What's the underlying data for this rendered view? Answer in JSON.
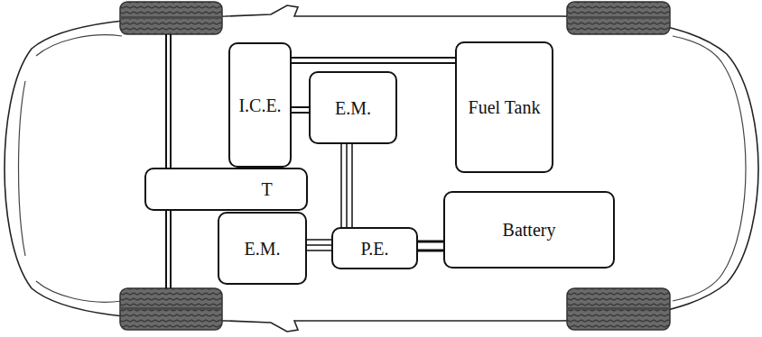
{
  "diagram": {
    "nodes": [
      {
        "text": [
          "I.C.E."
        ]
      },
      {
        "text": [
          "E.M."
        ]
      },
      {
        "text": [
          "Fuel Tank"
        ]
      },
      {
        "text": [
          "T"
        ]
      },
      {
        "text": [
          "E.M."
        ]
      },
      {
        "text": [
          "P.E."
        ]
      },
      {
        "text": [
          "Battery"
        ]
      }
    ],
    "edges": [
      {
        "from": 0,
        "to": 1,
        "arrow": "none"
      },
      {
        "from": 0,
        "to": 2,
        "arrow": "none"
      },
      {
        "from": 1,
        "to": 5,
        "arrow": "none"
      },
      {
        "from": 4,
        "to": 5,
        "arrow": "none"
      },
      {
        "from": 5,
        "to": 6,
        "arrow": "none"
      }
    ]
  }
}
